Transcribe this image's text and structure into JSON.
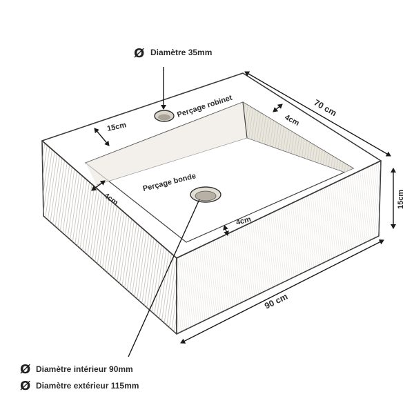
{
  "labels": {
    "diam_robinet_sym": "Ø",
    "diam_robinet": "Diamètre  35mm",
    "percage_robinet": "Perçage robinet",
    "percage_bonde": "Perçage bonde",
    "dim_15cm_rim": "15cm",
    "dim_4cm_right": "4cm",
    "dim_4cm_left": "4cm",
    "dim_4cm_front": "4cm",
    "dim_70cm": "70 cm",
    "dim_15cm_height": "15cm",
    "dim_90cm": "90 cm",
    "diam_int_sym": "Ø",
    "diam_int": "Diamètre intérieur  90mm",
    "diam_ext_sym": "Ø",
    "diam_ext": "Diamètre extérieur 115mm"
  },
  "colors": {
    "stone_top": "#f4f1ea",
    "stone_side": "#e9e5dc",
    "outline": "#3a3a3a",
    "text": "#2b2b2b"
  }
}
